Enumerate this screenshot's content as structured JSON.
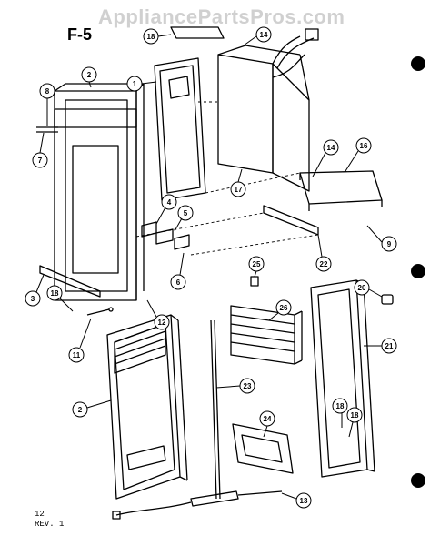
{
  "watermark": "AppliancePartsPros.com",
  "figure": "F-5",
  "footer": {
    "line1": "12",
    "line2": "REV. 1"
  },
  "callouts": [
    {
      "id": "c18a",
      "label": "18"
    },
    {
      "id": "c14a",
      "label": "14"
    },
    {
      "id": "c2a",
      "label": "2"
    },
    {
      "id": "c8",
      "label": "8"
    },
    {
      "id": "c7",
      "label": "7"
    },
    {
      "id": "c1",
      "label": "1"
    },
    {
      "id": "c17",
      "label": "17"
    },
    {
      "id": "c14b",
      "label": "14"
    },
    {
      "id": "c16",
      "label": "16"
    },
    {
      "id": "c4",
      "label": "4"
    },
    {
      "id": "c5",
      "label": "5"
    },
    {
      "id": "c9",
      "label": "9"
    },
    {
      "id": "c22",
      "label": "22"
    },
    {
      "id": "c6",
      "label": "6"
    },
    {
      "id": "c3",
      "label": "3"
    },
    {
      "id": "c25",
      "label": "25"
    },
    {
      "id": "c18b",
      "label": "18"
    },
    {
      "id": "c12",
      "label": "12"
    },
    {
      "id": "c26",
      "label": "26"
    },
    {
      "id": "c20",
      "label": "20"
    },
    {
      "id": "c11",
      "label": "11"
    },
    {
      "id": "c21",
      "label": "21"
    },
    {
      "id": "c2b",
      "label": "2"
    },
    {
      "id": "c23",
      "label": "23"
    },
    {
      "id": "c18c",
      "label": "18"
    },
    {
      "id": "c18d",
      "label": "18"
    },
    {
      "id": "c24",
      "label": "24"
    },
    {
      "id": "c13",
      "label": "13"
    }
  ]
}
